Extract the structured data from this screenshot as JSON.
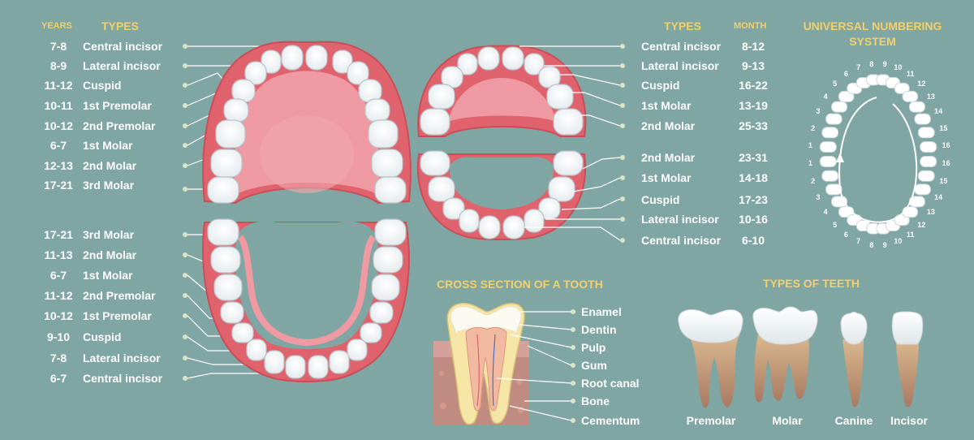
{
  "colors": {
    "background": "#7fa6a3",
    "heading": "#f4cf6a",
    "text": "#ffffff",
    "gum": "#e0626c",
    "palate": "#f09aa3",
    "tooth": "#ffffff",
    "line": "#ffffff",
    "dot": "#d8e4c8"
  },
  "upper_left": {
    "years_header": "YEARS",
    "types_header": "TYPES",
    "rows": [
      {
        "years": "7-8",
        "type": "Central incisor"
      },
      {
        "years": "8-9",
        "type": "Lateral incisor"
      },
      {
        "years": "11-12",
        "type": "Cuspid"
      },
      {
        "years": "10-11",
        "type": "1st Premolar"
      },
      {
        "years": "10-12",
        "type": "2nd Premolar"
      },
      {
        "years": "6-7",
        "type": "1st Molar"
      },
      {
        "years": "12-13",
        "type": "2nd Molar"
      },
      {
        "years": "17-21",
        "type": "3rd Molar"
      }
    ]
  },
  "lower_left": {
    "rows": [
      {
        "years": "17-21",
        "type": "3rd Molar"
      },
      {
        "years": "11-13",
        "type": "2nd Molar"
      },
      {
        "years": "6-7",
        "type": "1st Molar"
      },
      {
        "years": "11-12",
        "type": "2nd Premolar"
      },
      {
        "years": "10-12",
        "type": "1st Premolar"
      },
      {
        "years": "9-10",
        "type": "Cuspid"
      },
      {
        "years": "7-8",
        "type": "Lateral incisor"
      },
      {
        "years": "6-7",
        "type": "Central incisor"
      }
    ]
  },
  "primary_upper": {
    "types_header": "TYPES",
    "month_header": "MONTH",
    "rows": [
      {
        "type": "Central incisor",
        "month": "8-12"
      },
      {
        "type": "Lateral incisor",
        "month": "9-13"
      },
      {
        "type": "Cuspid",
        "month": "16-22"
      },
      {
        "type": "1st Molar",
        "month": "13-19"
      },
      {
        "type": "2nd Molar",
        "month": "25-33"
      }
    ]
  },
  "primary_lower": {
    "rows": [
      {
        "type": "2nd Molar",
        "month": "23-31"
      },
      {
        "type": "1st Molar",
        "month": "14-18"
      },
      {
        "type": "Cuspid",
        "month": "17-23"
      },
      {
        "type": "Lateral incisor",
        "month": "10-16"
      },
      {
        "type": "Central incisor",
        "month": "6-10"
      }
    ]
  },
  "numbering": {
    "title_line1": "UNIVERSAL NUMBERING",
    "title_line2": "SYSTEM",
    "top_labels": [
      "1",
      "2",
      "3",
      "4",
      "5",
      "6",
      "7",
      "8",
      "9",
      "10",
      "11",
      "12",
      "13",
      "14",
      "15",
      "16"
    ],
    "bottom_labels": [
      "1",
      "2",
      "3",
      "4",
      "5",
      "6",
      "7",
      "8",
      "9",
      "10",
      "11",
      "12",
      "13",
      "14",
      "15",
      "16"
    ]
  },
  "cross_section": {
    "title": "CROSS SECTION OF A TOOTH",
    "labels": [
      "Enamel",
      "Dentin",
      "Pulp",
      "Gum",
      "Root canal",
      "Bone",
      "Cementum"
    ]
  },
  "types_of_teeth": {
    "title": "TYPES OF TEETH",
    "labels": [
      "Premolar",
      "Molar",
      "Canine",
      "Incisor"
    ]
  }
}
